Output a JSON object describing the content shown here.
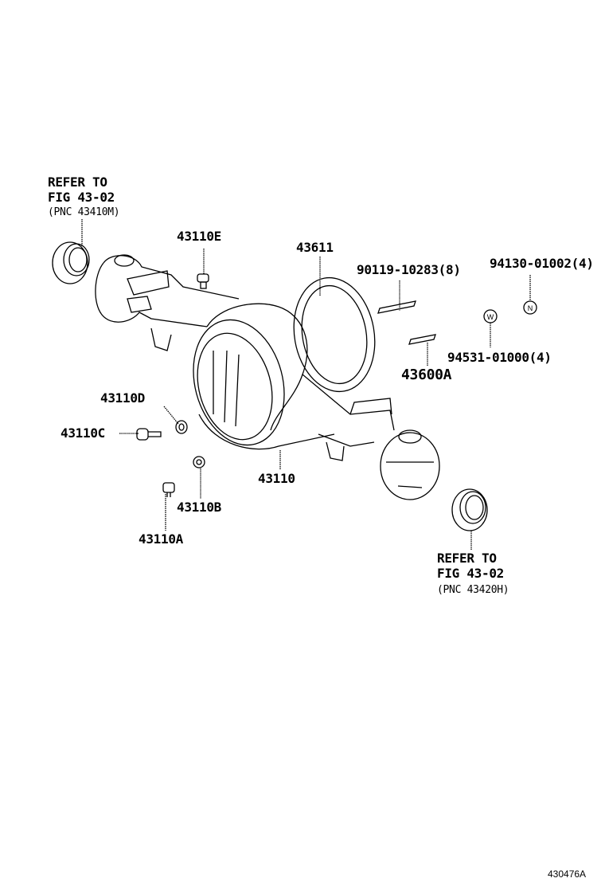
{
  "refer_left": {
    "line1": "REFER TO",
    "line2": "FIG 43-02",
    "line3": "(PNC 43410M)"
  },
  "refer_right": {
    "line1": "REFER TO",
    "line2": "FIG 43-02",
    "line3": "(PNC 43420H)"
  },
  "parts": {
    "p43110E": "43110E",
    "p43611": "43611",
    "p90119": "90119-10283(8)",
    "p94130": "94130-01002(4)",
    "p94531": "94531-01000(4)",
    "p43600A": "43600A",
    "p43110D": "43110D",
    "p43110C": "43110C",
    "p43110": "43110",
    "p43110B": "43110B",
    "p43110A": "43110A"
  },
  "symbols": {
    "nut": "N",
    "washer": "W"
  },
  "figure_id": "430476A"
}
